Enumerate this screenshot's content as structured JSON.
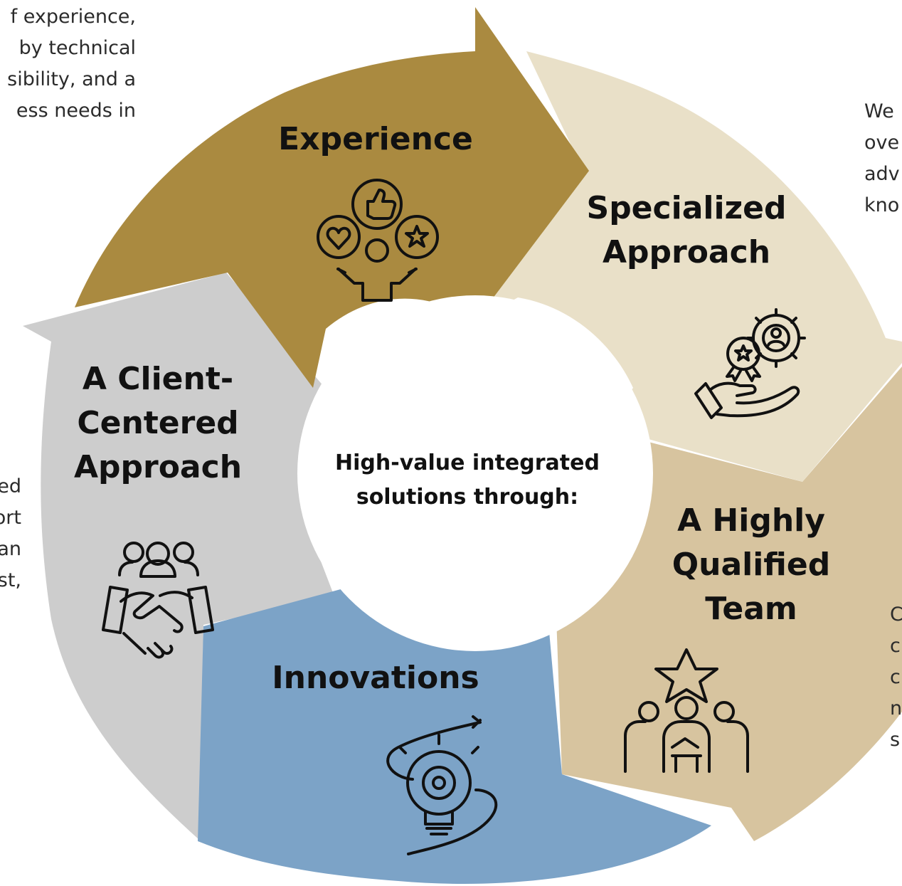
{
  "center": {
    "line1": "High-value integrated",
    "line2": "solutions through:"
  },
  "segments": [
    {
      "id": "experience",
      "lines": [
        "Experience"
      ],
      "color": "#AA8A40",
      "icon": "people-feedback-icon"
    },
    {
      "id": "specialized",
      "lines": [
        "Specialized",
        "Approach"
      ],
      "color": "#E9E0C8",
      "icon": "hand-gears-icon"
    },
    {
      "id": "qualified-team",
      "lines": [
        "A Highly",
        "Qualified",
        "Team"
      ],
      "color": "#D7C49F",
      "icon": "team-star-icon"
    },
    {
      "id": "innovations",
      "lines": [
        "Innovations"
      ],
      "color": "#7CA3C7",
      "icon": "lightbulb-gear-icon"
    },
    {
      "id": "client-centered",
      "lines": [
        "A Client-",
        "Centered",
        "Approach"
      ],
      "color": "#CDCDCD",
      "icon": "handshake-team-icon"
    }
  ],
  "side_text": {
    "top_left": [
      "f experience,",
      "by technical",
      "sibility, and a",
      "ess needs in"
    ],
    "top_right": [
      "We",
      "ove",
      "adv",
      "kno"
    ],
    "left": [
      "ed",
      "ort",
      "an",
      "st,"
    ],
    "right": [
      "C",
      "c",
      "c",
      "n",
      "s"
    ]
  }
}
